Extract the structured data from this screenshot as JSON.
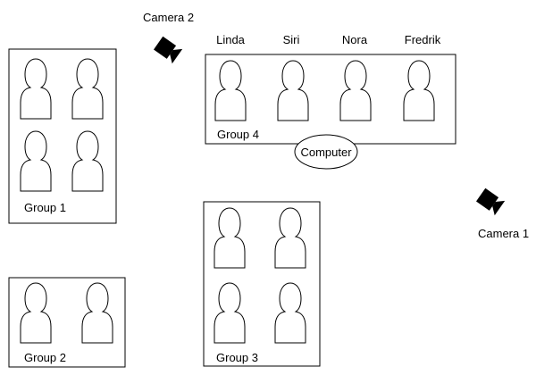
{
  "colors": {
    "stroke": "#000000",
    "fill": "#ffffff",
    "camera": "#000000"
  },
  "icons": {
    "person": "person-icon",
    "camera": "camera-icon"
  },
  "cameras": [
    {
      "label": "Camera 2"
    },
    {
      "label": "Camera 1"
    }
  ],
  "groups": [
    {
      "label": "Group 1",
      "person_count": 4
    },
    {
      "label": "Group 2",
      "person_count": 2
    },
    {
      "label": "Group 3",
      "person_count": 4
    },
    {
      "label": "Group 4",
      "person_count": 4
    }
  ],
  "people": {
    "group4": [
      "Linda",
      "Siri",
      "Nora",
      "Fredrik"
    ]
  },
  "computer": {
    "label": "Computer"
  }
}
